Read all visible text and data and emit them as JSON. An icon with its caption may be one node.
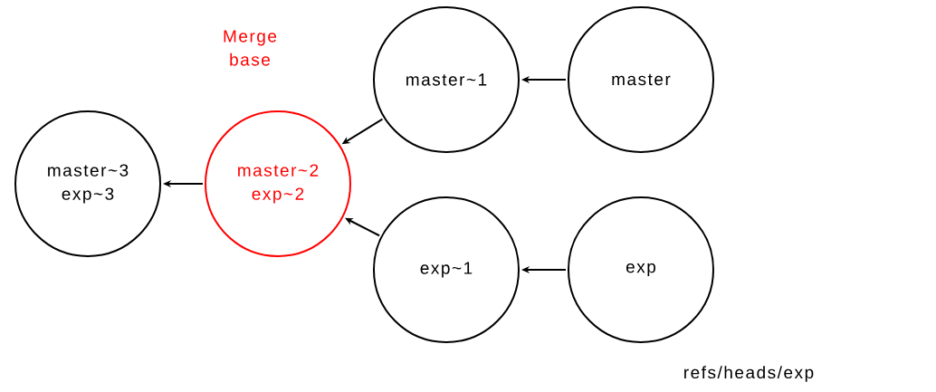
{
  "diagram": {
    "nodes": [
      {
        "text": [
          "master~3",
          "exp~3"
        ]
      },
      {
        "text": [
          "master~2",
          "exp~2"
        ],
        "beside": [
          "Merge base"
        ]
      },
      {
        "text": [
          "master~1"
        ]
      },
      {
        "text": [
          "master"
        ]
      },
      {
        "text": [
          "exp~1"
        ]
      },
      {
        "text": [
          "exp"
        ]
      }
    ],
    "edges": [
      {
        "from": 1,
        "to": 0,
        "arrow": "to"
      },
      {
        "from": 2,
        "to": 1,
        "arrow": "to"
      },
      {
        "from": 3,
        "to": 2,
        "arrow": "to"
      },
      {
        "from": 4,
        "to": 1,
        "arrow": "to"
      },
      {
        "from": 5,
        "to": 4,
        "arrow": "to"
      }
    ],
    "labels": [
      "refs/heads/exp"
    ]
  }
}
